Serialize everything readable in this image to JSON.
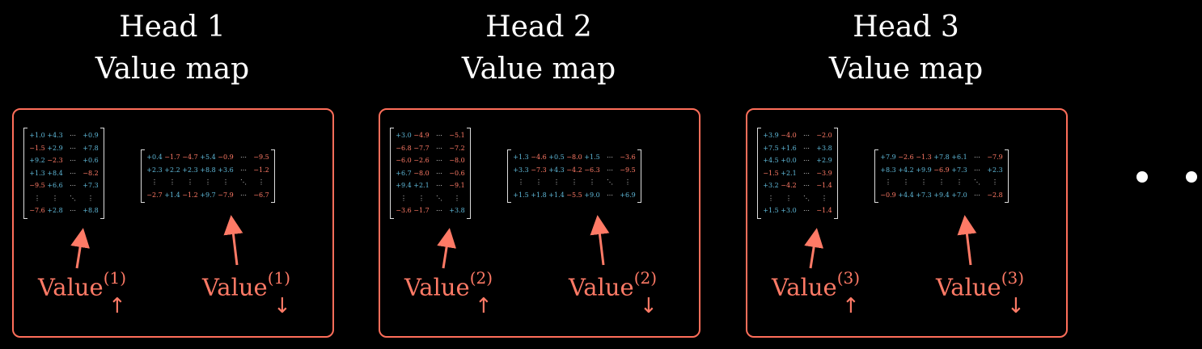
{
  "heads": [
    {
      "title": "Head 1",
      "subtitle": "Value map",
      "label_up": "Value",
      "label_down": "Value",
      "sup": "(1)",
      "up_arrow": "↑",
      "down_arrow": "↓",
      "matrix_up": [
        [
          "+1.0",
          "+4.3",
          "⋯",
          "+0.9"
        ],
        [
          "−1.5",
          "+2.9",
          "⋯",
          "+7.8"
        ],
        [
          "+9.2",
          "−2.3",
          "⋯",
          "+0.6"
        ],
        [
          "+1.3",
          "+8.4",
          "⋯",
          "−8.2"
        ],
        [
          "−9.5",
          "+6.6",
          "⋯",
          "+7.3"
        ],
        [
          "⋮",
          "⋮",
          "⋱",
          "⋮"
        ],
        [
          "−7.6",
          "+2.8",
          "⋯",
          "+8.8"
        ]
      ],
      "matrix_down": [
        [
          "+0.4",
          "−1.7",
          "−4.7",
          "+5.4",
          "−0.9",
          "⋯",
          "−9.5"
        ],
        [
          "+2.3",
          "+2.2",
          "+2.3",
          "+8.8",
          "+3.6",
          "⋯",
          "−1.2"
        ],
        [
          "⋮",
          "⋮",
          "⋮",
          "⋮",
          "⋮",
          "⋱",
          "⋮"
        ],
        [
          "−2.7",
          "+1.4",
          "−1.2",
          "+9.7",
          "−7.9",
          "⋯",
          "−6.7"
        ]
      ]
    },
    {
      "title": "Head 2",
      "subtitle": "Value map",
      "label_up": "Value",
      "label_down": "Value",
      "sup": "(2)",
      "up_arrow": "↑",
      "down_arrow": "↓",
      "matrix_up": [
        [
          "+3.0",
          "−4.9",
          "⋯",
          "−5.1"
        ],
        [
          "−6.8",
          "−7.7",
          "⋯",
          "−7.2"
        ],
        [
          "−6.0",
          "−2.6",
          "⋯",
          "−8.0"
        ],
        [
          "+6.7",
          "−8.0",
          "⋯",
          "−0.6"
        ],
        [
          "+9.4",
          "+2.1",
          "⋯",
          "−9.1"
        ],
        [
          "⋮",
          "⋮",
          "⋱",
          "⋮"
        ],
        [
          "−3.6",
          "−1.7",
          "⋯",
          "+3.8"
        ]
      ],
      "matrix_down": [
        [
          "+1.3",
          "−4.6",
          "+0.5",
          "−8.0",
          "+1.5",
          "⋯",
          "−3.6"
        ],
        [
          "+3.3",
          "−7.3",
          "+4.3",
          "−4.2",
          "−6.3",
          "⋯",
          "−9.5"
        ],
        [
          "⋮",
          "⋮",
          "⋮",
          "⋮",
          "⋮",
          "⋱",
          "⋮"
        ],
        [
          "+1.5",
          "+1.8",
          "+1.4",
          "−5.5",
          "+9.0",
          "⋯",
          "+6.9"
        ]
      ]
    },
    {
      "title": "Head 3",
      "subtitle": "Value map",
      "label_up": "Value",
      "label_down": "Value",
      "sup": "(3)",
      "up_arrow": "↑",
      "down_arrow": "↓",
      "matrix_up": [
        [
          "+3.9",
          "−4.0",
          "⋯",
          "−2.0"
        ],
        [
          "+7.5",
          "+1.6",
          "⋯",
          "+3.8"
        ],
        [
          "+4.5",
          "+0.0",
          "⋯",
          "+2.9"
        ],
        [
          "−1.5",
          "+2.1",
          "⋯",
          "−3.9"
        ],
        [
          "+3.2",
          "−4.2",
          "⋯",
          "−1.4"
        ],
        [
          "⋮",
          "⋮",
          "⋱",
          "⋮"
        ],
        [
          "+1.5",
          "+3.0",
          "⋯",
          "−1.4"
        ]
      ],
      "matrix_down": [
        [
          "+7.9",
          "−2.6",
          "−1.3",
          "+7.8",
          "+6.1",
          "⋯",
          "−7.9"
        ],
        [
          "+8.3",
          "+4.2",
          "+9.9",
          "−6.9",
          "+7.3",
          "⋯",
          "+2.3"
        ],
        [
          "⋮",
          "⋮",
          "⋮",
          "⋮",
          "⋮",
          "⋱",
          "⋮"
        ],
        [
          "−0.9",
          "+4.4",
          "+7.3",
          "+9.4",
          "+7.0",
          "⋯",
          "−2.8"
        ]
      ]
    }
  ],
  "colors": {
    "accent": "#ff6e5a",
    "positive": "#5fb8d8",
    "negative": "#ff7a66"
  }
}
